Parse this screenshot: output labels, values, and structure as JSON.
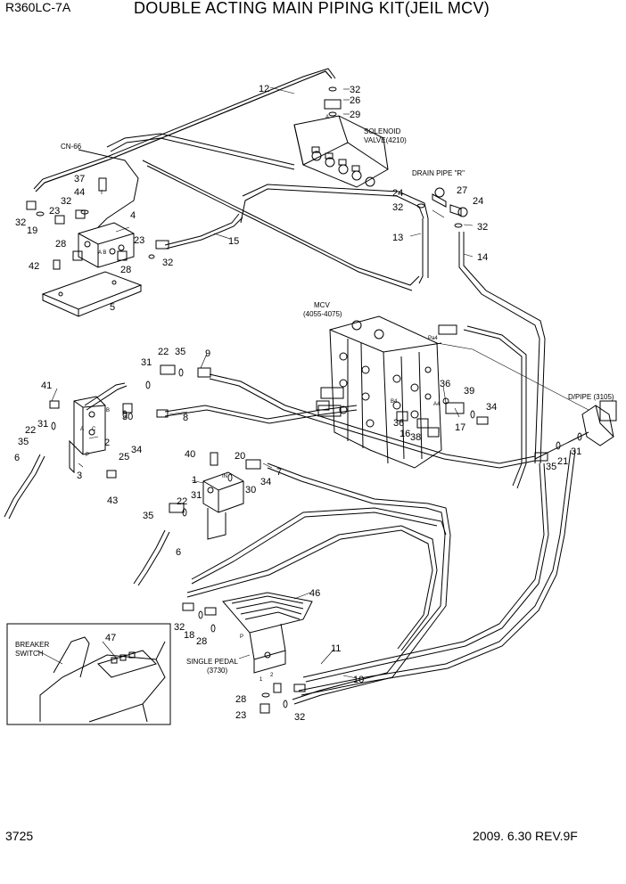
{
  "header": {
    "model": "R360LC-7A",
    "title": "DOUBLE ACTING MAIN PIPING KIT(JEIL MCV)"
  },
  "footer": {
    "page_number": "3725",
    "revision": "2009. 6.30  REV.9F"
  },
  "labels": {
    "cn66": "CN-66",
    "solenoid_1": "SOLENOID",
    "solenoid_2": "VALVE(4210)",
    "drain_pipe": "DRAIN PIPE \"R\"",
    "mcv_1": "MCV",
    "mcv_2": "(4055-4075)",
    "dpipe": "D/PIPE (3105)",
    "breaker_1": "BREAKER",
    "breaker_2": "SWITCH",
    "single_pedal_1": "SINGLE PEDAL",
    "single_pedal_2": "(3730)",
    "port_a": "A",
    "port_b": "B",
    "port_c": "C",
    "port_p": "P",
    "port_in": "IN",
    "port_pa4": "Pa4",
    "port_a4": "A4",
    "port_b4": "B4",
    "port_ab": "A B",
    "port_1": "1",
    "port_2": "2"
  },
  "parts": {
    "p1": "1",
    "p2": "2",
    "p3": "3",
    "p4": "4",
    "p5": "5",
    "p6": "6",
    "p7": "7",
    "p8": "8",
    "p9": "9",
    "p10": "10",
    "p11": "11",
    "p12": "12",
    "p13": "13",
    "p14": "14",
    "p15": "15",
    "p16": "16",
    "p17": "17",
    "p18": "18",
    "p19": "19",
    "p20": "20",
    "p21": "21",
    "p22": "22",
    "p23": "23",
    "p24": "24",
    "p25": "25",
    "p26": "26",
    "p27": "27",
    "p28": "28",
    "p29": "29",
    "p30": "30",
    "p31": "31",
    "p32": "32",
    "p34": "34",
    "p35": "35",
    "p36": "36",
    "p37": "37",
    "p38": "38",
    "p39": "39",
    "p40": "40",
    "p41": "41",
    "p42": "42",
    "p43": "43",
    "p44": "44",
    "p46": "46",
    "p47": "47"
  }
}
